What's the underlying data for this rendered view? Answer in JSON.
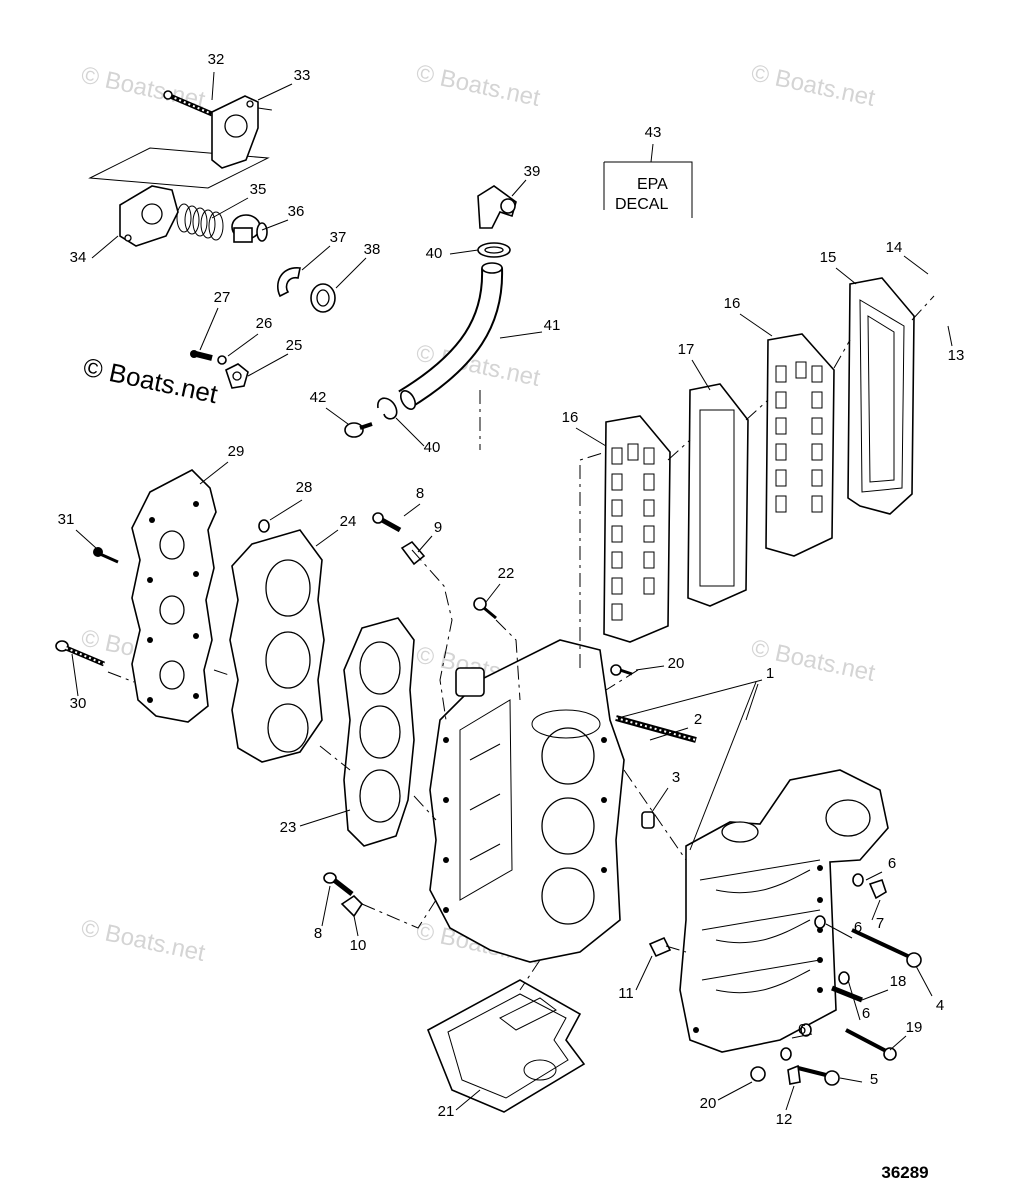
{
  "watermarks": [
    "© Boats.net",
    "© Boats.net",
    "© Boats.net",
    "© Boats.net",
    "© Boats.net",
    "© Boats.net",
    "© Boats.net",
    "© Boats.net",
    "© Boats.net"
  ],
  "brand_watermark": "© Boats.net",
  "decal": {
    "number": "43",
    "line1": "EPA",
    "line2": "DECAL"
  },
  "drawing_number": "36289",
  "callouts": [
    "32",
    "33",
    "35",
    "36",
    "34",
    "37",
    "38",
    "27",
    "26",
    "25",
    "39",
    "40",
    "41",
    "42",
    "40",
    "16",
    "17",
    "16",
    "15",
    "14",
    "13",
    "29",
    "28",
    "8",
    "9",
    "31",
    "24",
    "22",
    "30",
    "23",
    "20",
    "1",
    "2",
    "3",
    "6",
    "7",
    "6",
    "4",
    "18",
    "6",
    "19",
    "5",
    "6",
    "8",
    "10",
    "11",
    "21",
    "20",
    "12"
  ]
}
